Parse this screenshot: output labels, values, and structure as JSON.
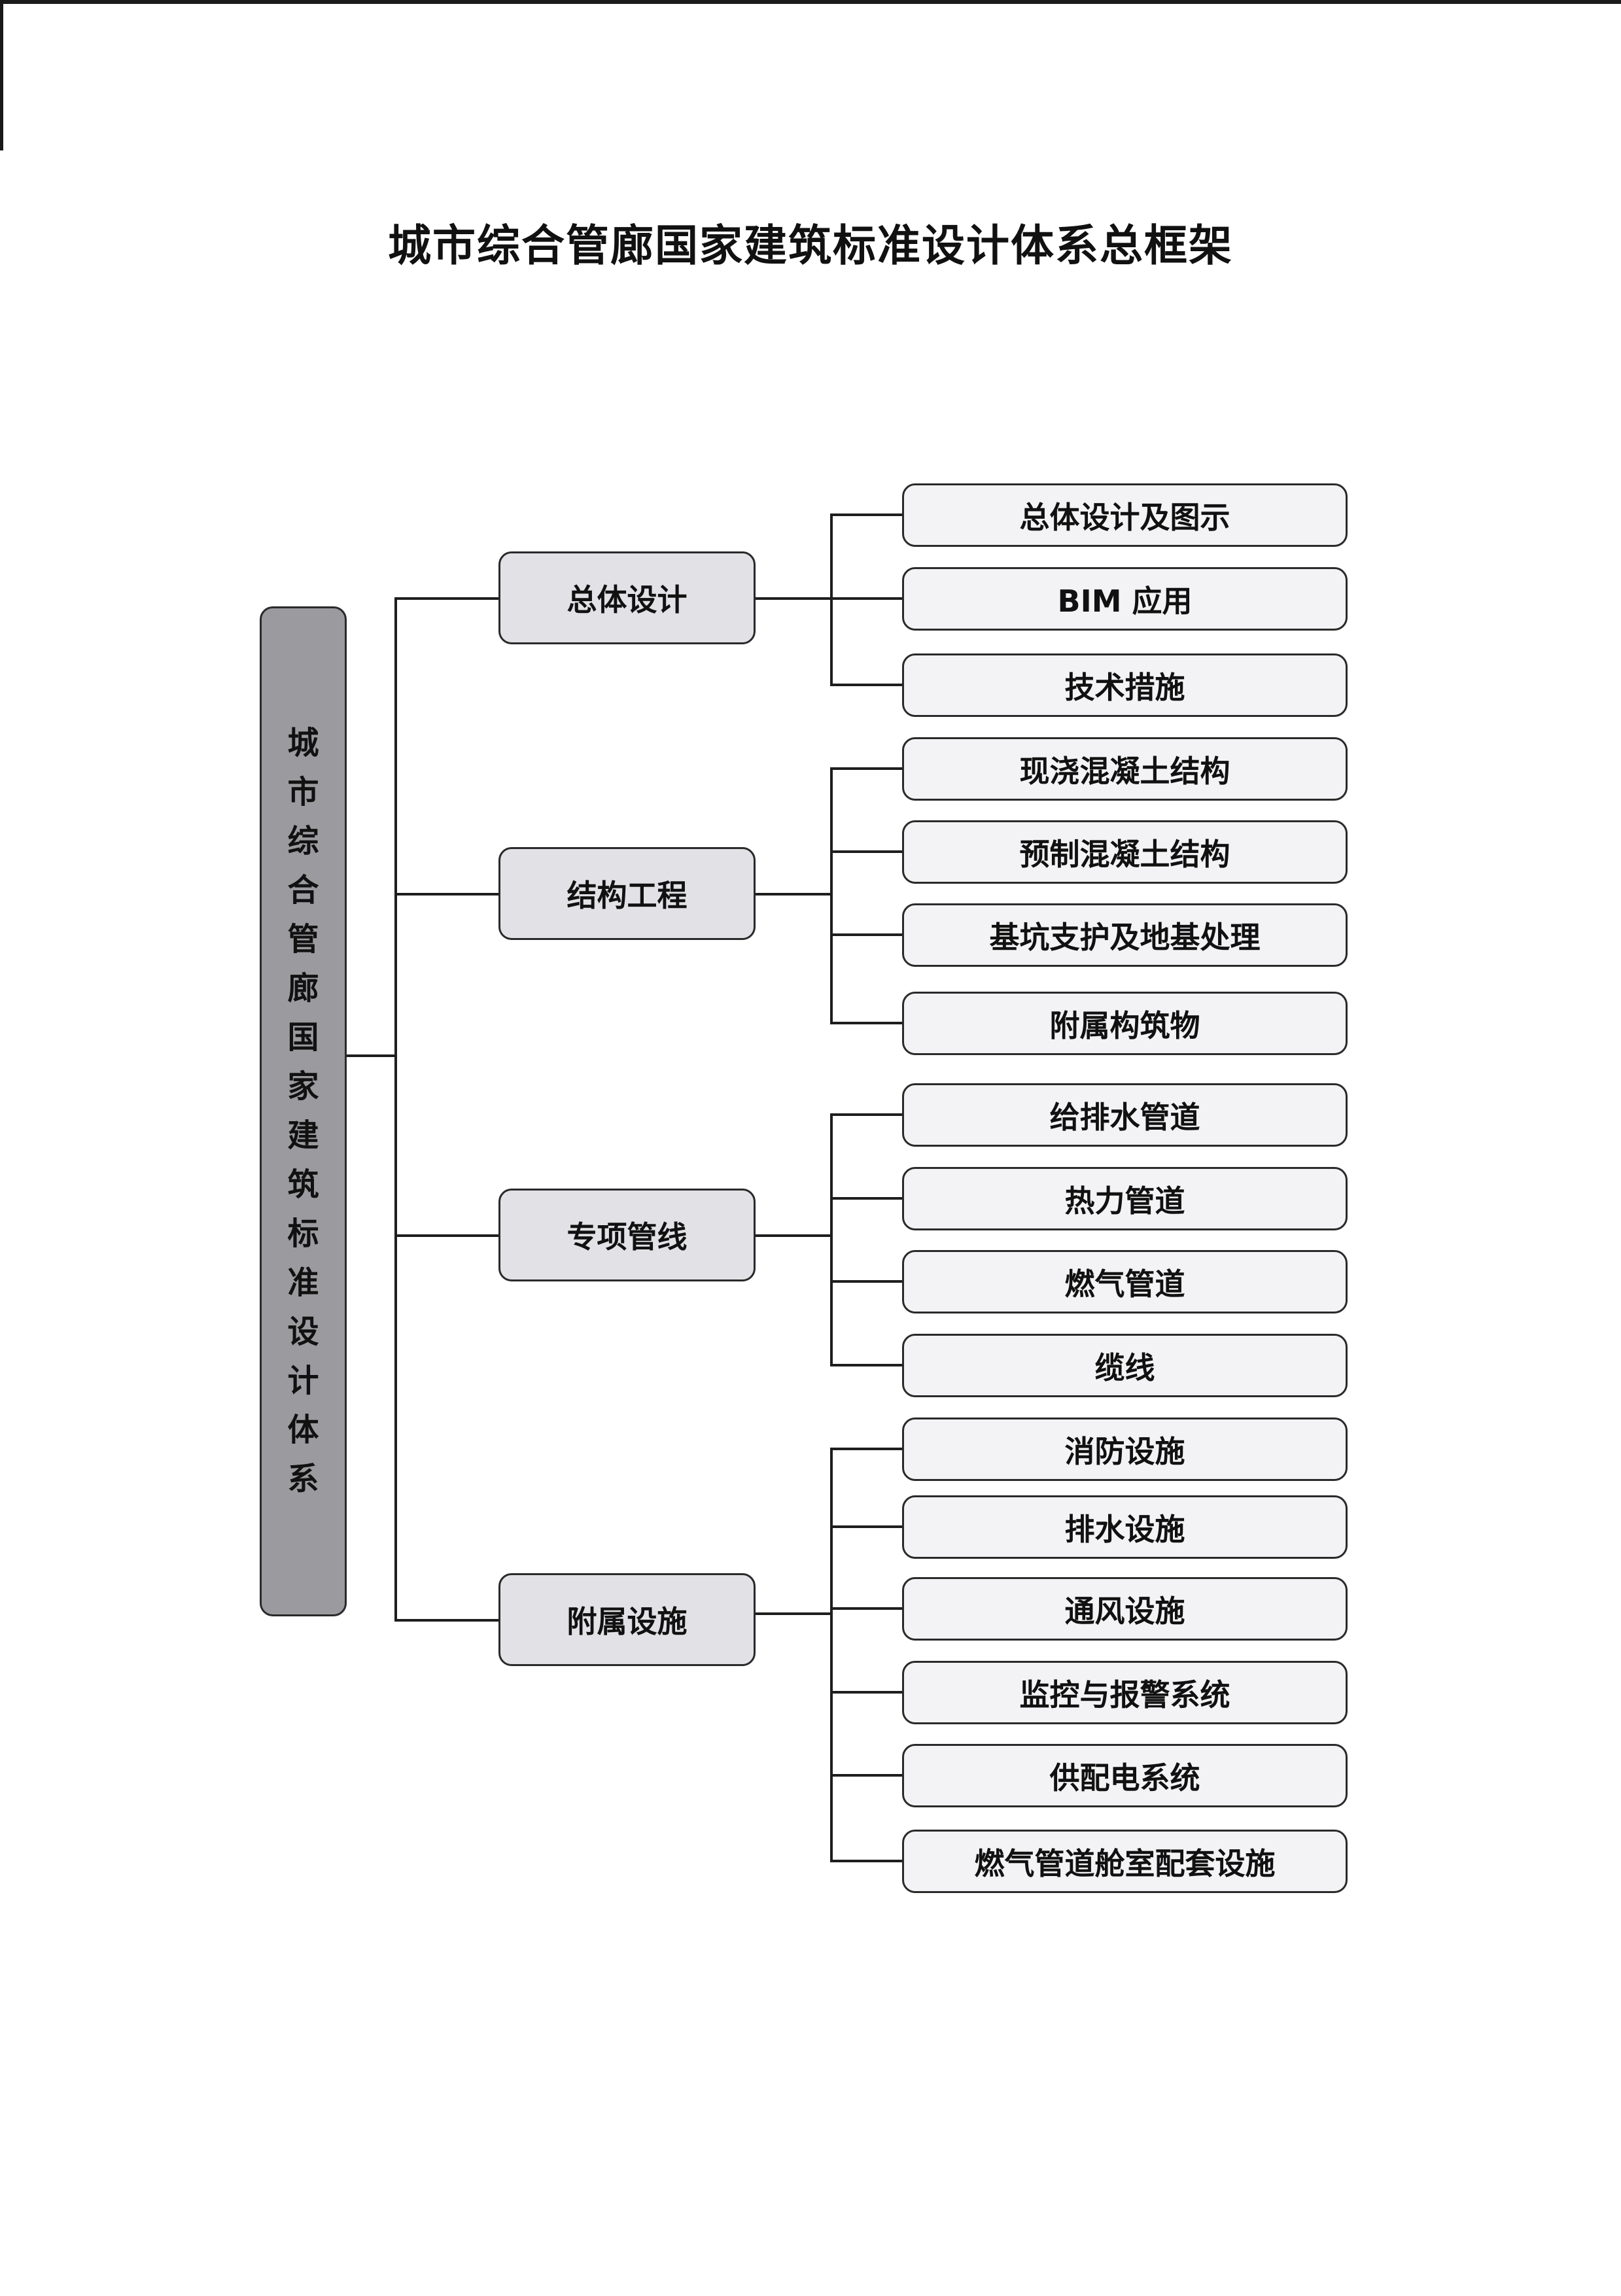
{
  "title": "城市综合管廊国家建筑标准设计体系总框架",
  "root": {
    "label": "城市综合管廊国家建筑标准设计体系"
  },
  "categories": [
    {
      "label": "总体设计",
      "items": [
        "总体设计及图示",
        "BIM 应用",
        "技术措施"
      ]
    },
    {
      "label": "结构工程",
      "items": [
        "现浇混凝土结构",
        "预制混凝土结构",
        "基坑支护及地基处理",
        "附属构筑物"
      ]
    },
    {
      "label": "专项管线",
      "items": [
        "给排水管道",
        "热力管道",
        "燃气管道",
        "缆线"
      ]
    },
    {
      "label": "附属设施",
      "items": [
        "消防设施",
        "排水设施",
        "通风设施",
        "监控与报警系统",
        "供配电系统",
        "燃气管道舱室配套设施"
      ]
    }
  ]
}
